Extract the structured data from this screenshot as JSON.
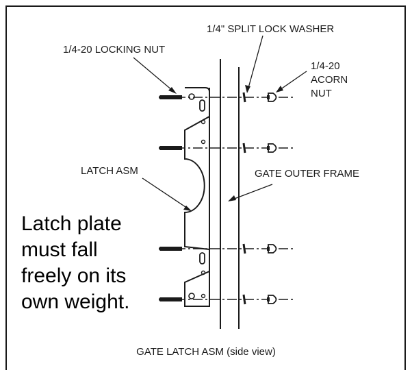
{
  "labels": {
    "washer": "1/4\" SPLIT LOCK WASHER",
    "locking_nut": "1/4-20 LOCKING NUT",
    "acorn_line1": "1/4-20",
    "acorn_line2": "ACORN",
    "acorn_line3": "NUT",
    "latch_asm": "LATCH ASM",
    "gate_frame": "GATE OUTER FRAME",
    "caption": "GATE LATCH ASM (side view)"
  },
  "note": {
    "line1": "Latch plate",
    "line2": "must fall",
    "line3": "freely on its",
    "line4": "own weight."
  }
}
